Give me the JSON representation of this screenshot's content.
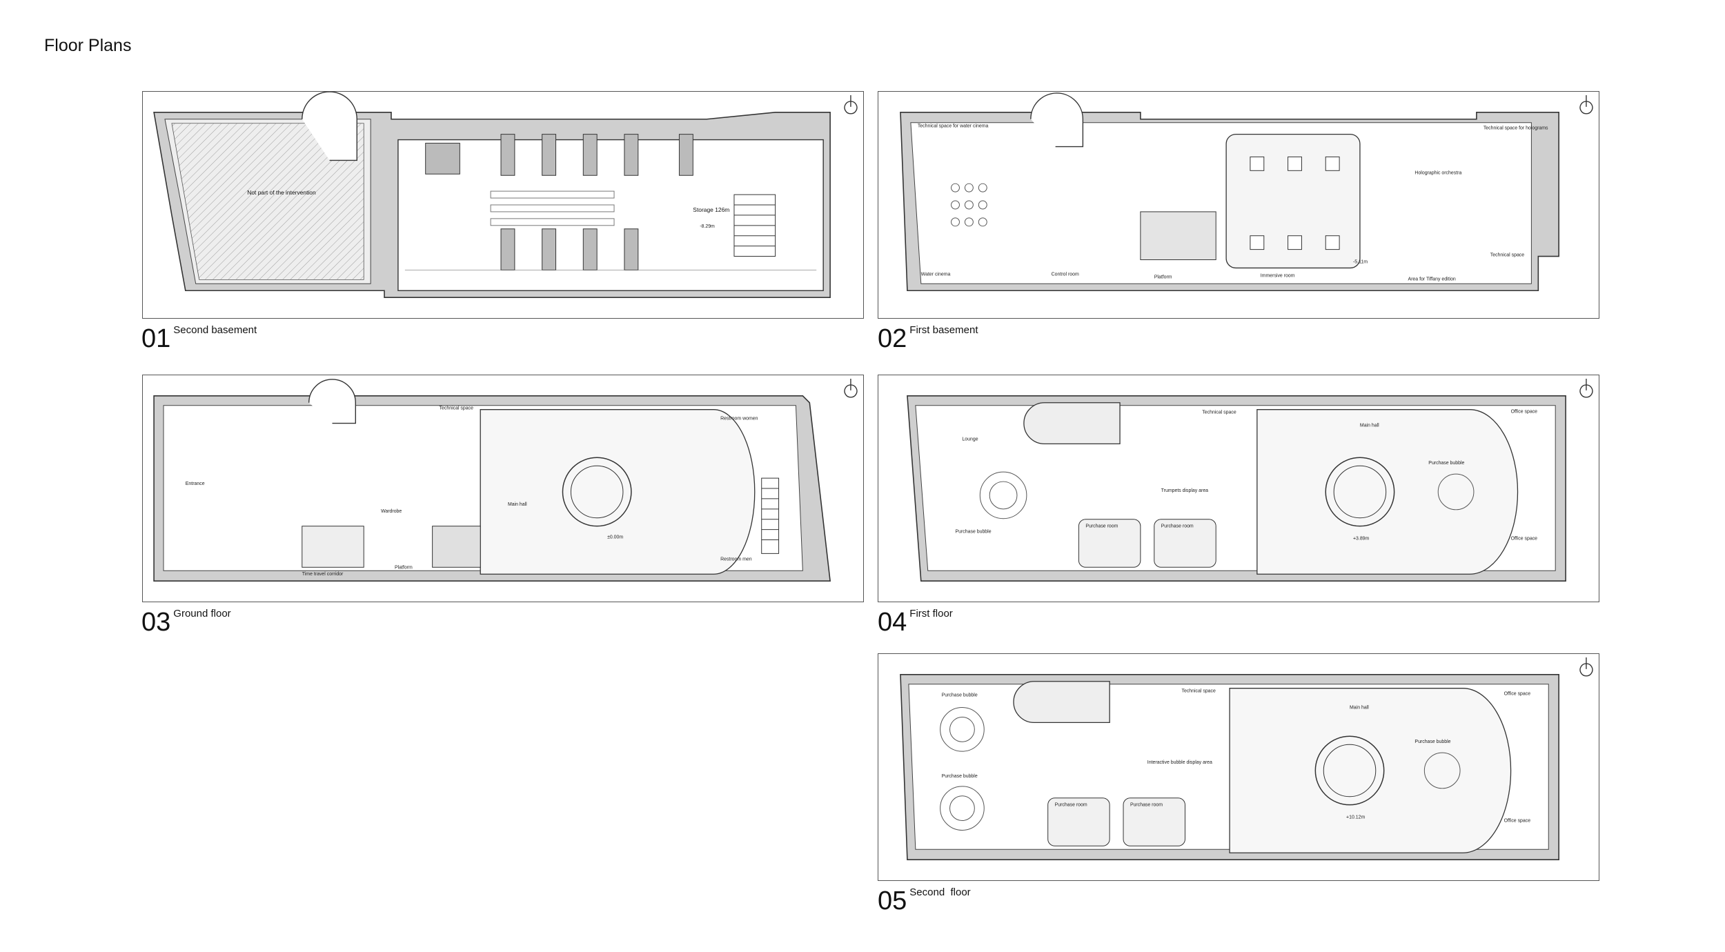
{
  "page": {
    "title": "Floor Plans"
  },
  "plans": [
    {
      "id": "p1",
      "number": "01",
      "name": "Second basement",
      "rooms": [
        "Storage 126m",
        "Not part of the intervention"
      ],
      "level": "-8.29m"
    },
    {
      "id": "p2",
      "number": "02",
      "name": "First basement",
      "rooms": [
        "Technical space for water cinema",
        "Water cinema",
        "Control room",
        "Platform",
        "Immersive room",
        "Holographic orchestra",
        "Technical space for holograms",
        "Technical space",
        "Area for Tiffany edition"
      ],
      "level": "-5.11m"
    },
    {
      "id": "p3",
      "number": "03",
      "name": "Ground floor",
      "rooms": [
        "Entrance",
        "Wardrobe",
        "Technical space",
        "Main hall",
        "Restroom women",
        "Restroom men",
        "Time travel corridor",
        "Platform"
      ],
      "level": "±0.00m"
    },
    {
      "id": "p4",
      "number": "04",
      "name": "First floor",
      "rooms": [
        "Lounge",
        "Purchase bubble",
        "Technical space",
        "Trumpets display area",
        "Main hall",
        "Purchase room",
        "Purchase room",
        "Purchase bubble",
        "Office space",
        "Office space"
      ],
      "level": "+3.89m"
    },
    {
      "id": "p5",
      "number": "05",
      "name": "Second  floor",
      "rooms": [
        "Purchase bubble",
        "Purchase bubble",
        "Technical space",
        "Interactive bubble display area",
        "Main hall",
        "Purchase room",
        "Purchase room",
        "Purchase bubble",
        "Office space",
        "Office space"
      ],
      "level": "+10.12m"
    }
  ]
}
